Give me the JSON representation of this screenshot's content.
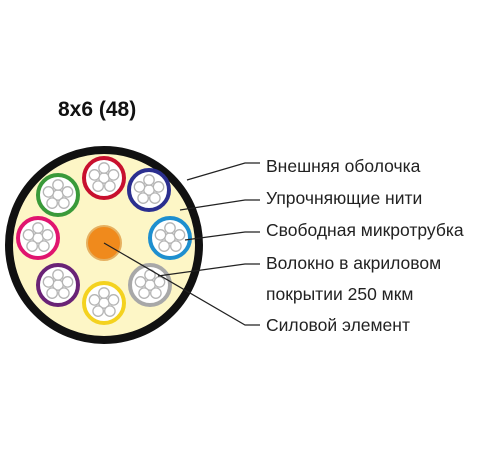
{
  "title": "8x6 (48)",
  "labels": {
    "outer_sheath": "Внешняя оболочка",
    "strength_yarns": "Упрочняющие нити",
    "loose_microtube": "Свободная микротрубка",
    "fiber_line1": "Волокно в акриловом",
    "fiber_line2": "покрытии 250 мкм",
    "strength_member": "Силовой элемент"
  },
  "colors": {
    "sheath": "#111111",
    "filler": "#fdf6c6",
    "central_member": "#f08a1c",
    "tubes": [
      "#c8102e",
      "#2b2f8f",
      "#1e8fcf",
      "#a8a8a8",
      "#f4d21f",
      "#6a2376",
      "#e0156f",
      "#3a9a3a"
    ]
  },
  "fibers_per_tube": 6,
  "tube_count": 8
}
